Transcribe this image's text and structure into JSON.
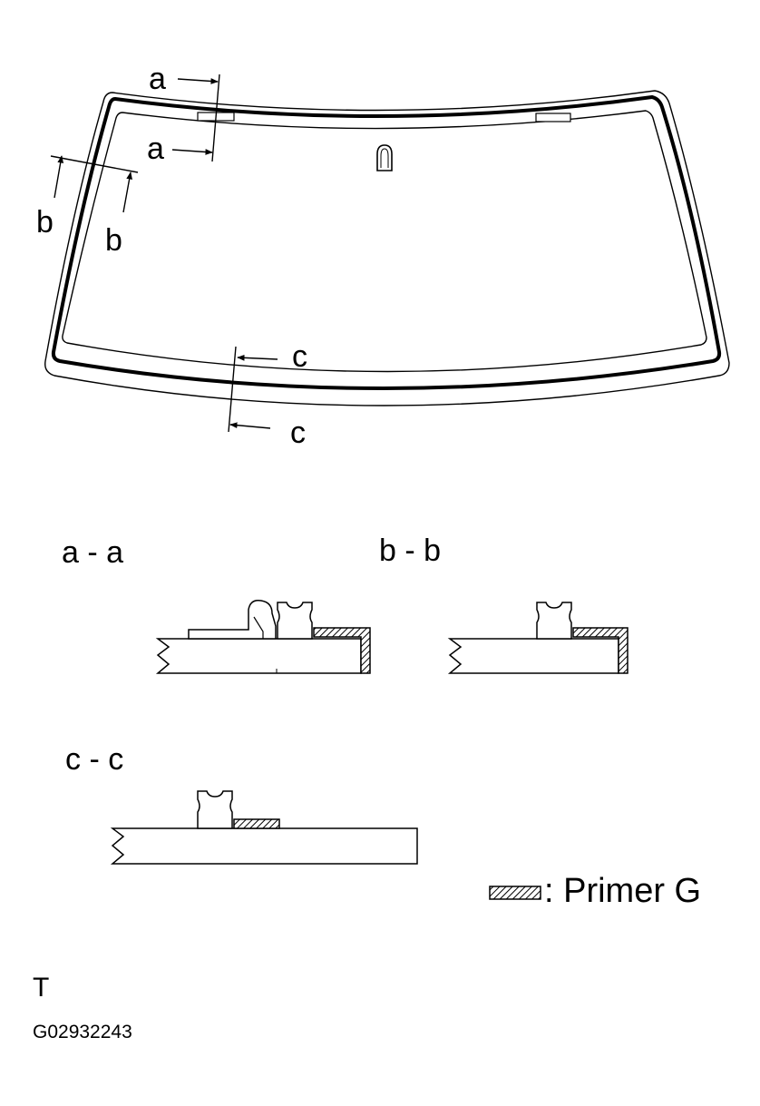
{
  "windshield": {
    "markers": {
      "a_upper": "a",
      "a_lower": "a",
      "b_left": "b",
      "b_right": "b",
      "c_upper": "c",
      "c_lower": "c"
    }
  },
  "sections": {
    "aa_title": "a - a",
    "bb_title": "b - b",
    "cc_title": "c - c"
  },
  "legend": {
    "text": ": Primer G"
  },
  "footer": {
    "mark": "T",
    "code": "G02932243"
  }
}
